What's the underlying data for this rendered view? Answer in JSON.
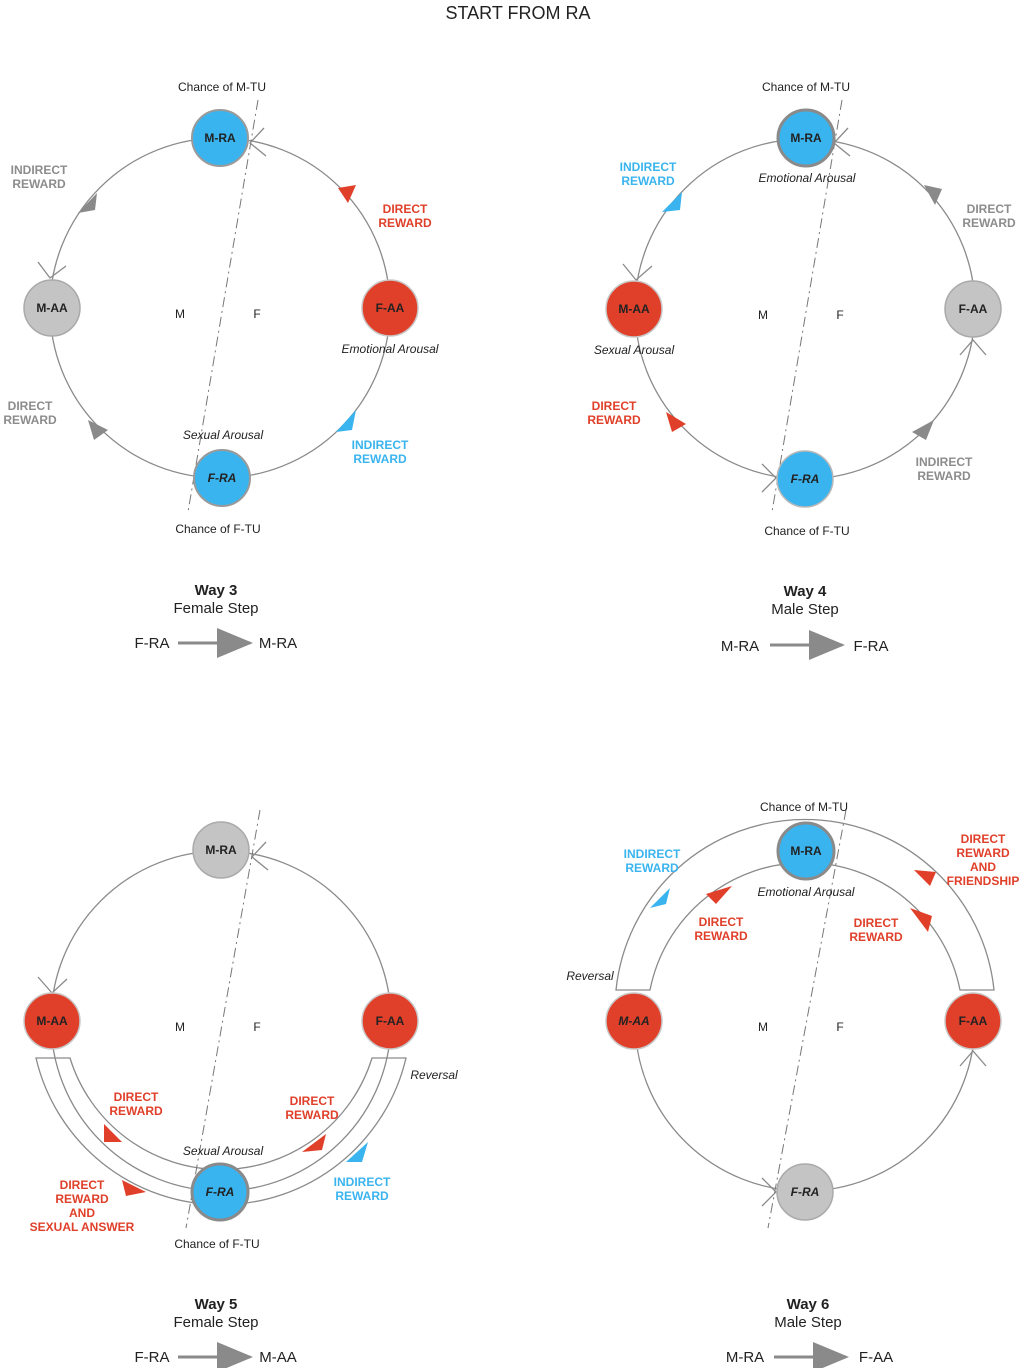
{
  "title": "START FROM RA",
  "colors": {
    "red": "#e0402a",
    "blue": "#3ab4ef",
    "gray": "#c4c4c4",
    "line": "#8a8a8a"
  },
  "panels": {
    "way3": {
      "nodes": {
        "top": "M-RA",
        "left": "M-AA",
        "right": "F-AA",
        "bottom": "F-RA"
      },
      "chance_top": "Chance of M-TU",
      "chance_bottom": "Chance of F-TU",
      "side_m": "M",
      "side_f": "F",
      "emotional": "Emotional Arousal",
      "sexual": "Sexual Arousal",
      "labels": {
        "indirect_top_1": "INDIRECT",
        "indirect_top_2": "REWARD",
        "direct_right_1": "DIRECT",
        "direct_right_2": "REWARD",
        "direct_left_1": "DIRECT",
        "direct_left_2": "REWARD",
        "indirect_bottom_1": "INDIRECT",
        "indirect_bottom_2": "REWARD"
      },
      "way": "Way 3",
      "step": "Female Step",
      "from": "F-RA",
      "to": "M-RA"
    },
    "way4": {
      "nodes": {
        "top": "M-RA",
        "left": "M-AA",
        "right": "F-AA",
        "bottom": "F-RA"
      },
      "chance_top": "Chance of M-TU",
      "chance_bottom": "Chance of F-TU",
      "side_m": "M",
      "side_f": "F",
      "emotional": "Emotional Arousal",
      "sexual": "Sexual Arousal",
      "labels": {
        "indirect_top_1": "INDIRECT",
        "indirect_top_2": "REWARD",
        "direct_right_1": "DIRECT",
        "direct_right_2": "REWARD",
        "direct_left_1": "DIRECT",
        "direct_left_2": "REWARD",
        "indirect_bottom_1": "INDIRECT",
        "indirect_bottom_2": "REWARD"
      },
      "way": "Way 4",
      "step": "Male Step",
      "from": "M-RA",
      "to": "F-RA"
    },
    "way5": {
      "nodes": {
        "top": "M-RA",
        "left": "M-AA",
        "right": "F-AA",
        "bottom": "F-RA"
      },
      "chance_bottom": "Chance of F-TU",
      "side_m": "M",
      "side_f": "F",
      "sexual": "Sexual Arousal",
      "reversal": "Reversal",
      "labels": {
        "direct_inner_left_1": "DIRECT",
        "direct_inner_left_2": "REWARD",
        "direct_inner_right_1": "DIRECT",
        "direct_inner_right_2": "REWARD",
        "outer_left_1": "DIRECT",
        "outer_left_2": "REWARD",
        "outer_left_3": "AND",
        "outer_left_4": "SEXUAL ANSWER",
        "indirect_right_1": "INDIRECT",
        "indirect_right_2": "REWARD"
      },
      "way": "Way 5",
      "step": "Female Step",
      "from": "F-RA",
      "to": "M-AA"
    },
    "way6": {
      "nodes": {
        "top": "M-RA",
        "left": "M-AA",
        "right": "F-AA",
        "bottom": "F-RA"
      },
      "chance_top": "Chance of M-TU",
      "side_m": "M",
      "side_f": "F",
      "emotional": "Emotional Arousal",
      "reversal": "Reversal",
      "labels": {
        "indirect_outer_1": "INDIRECT",
        "indirect_outer_2": "REWARD",
        "direct_inner_left_1": "DIRECT",
        "direct_inner_left_2": "REWARD",
        "direct_inner_right_1": "DIRECT",
        "direct_inner_right_2": "REWARD",
        "outer_right_1": "DIRECT",
        "outer_right_2": "REWARD",
        "outer_right_3": "AND",
        "outer_right_4": "FRIENDSHIP"
      },
      "way": "Way 6",
      "step": "Male Step",
      "from": "M-RA",
      "to": "F-AA"
    }
  }
}
